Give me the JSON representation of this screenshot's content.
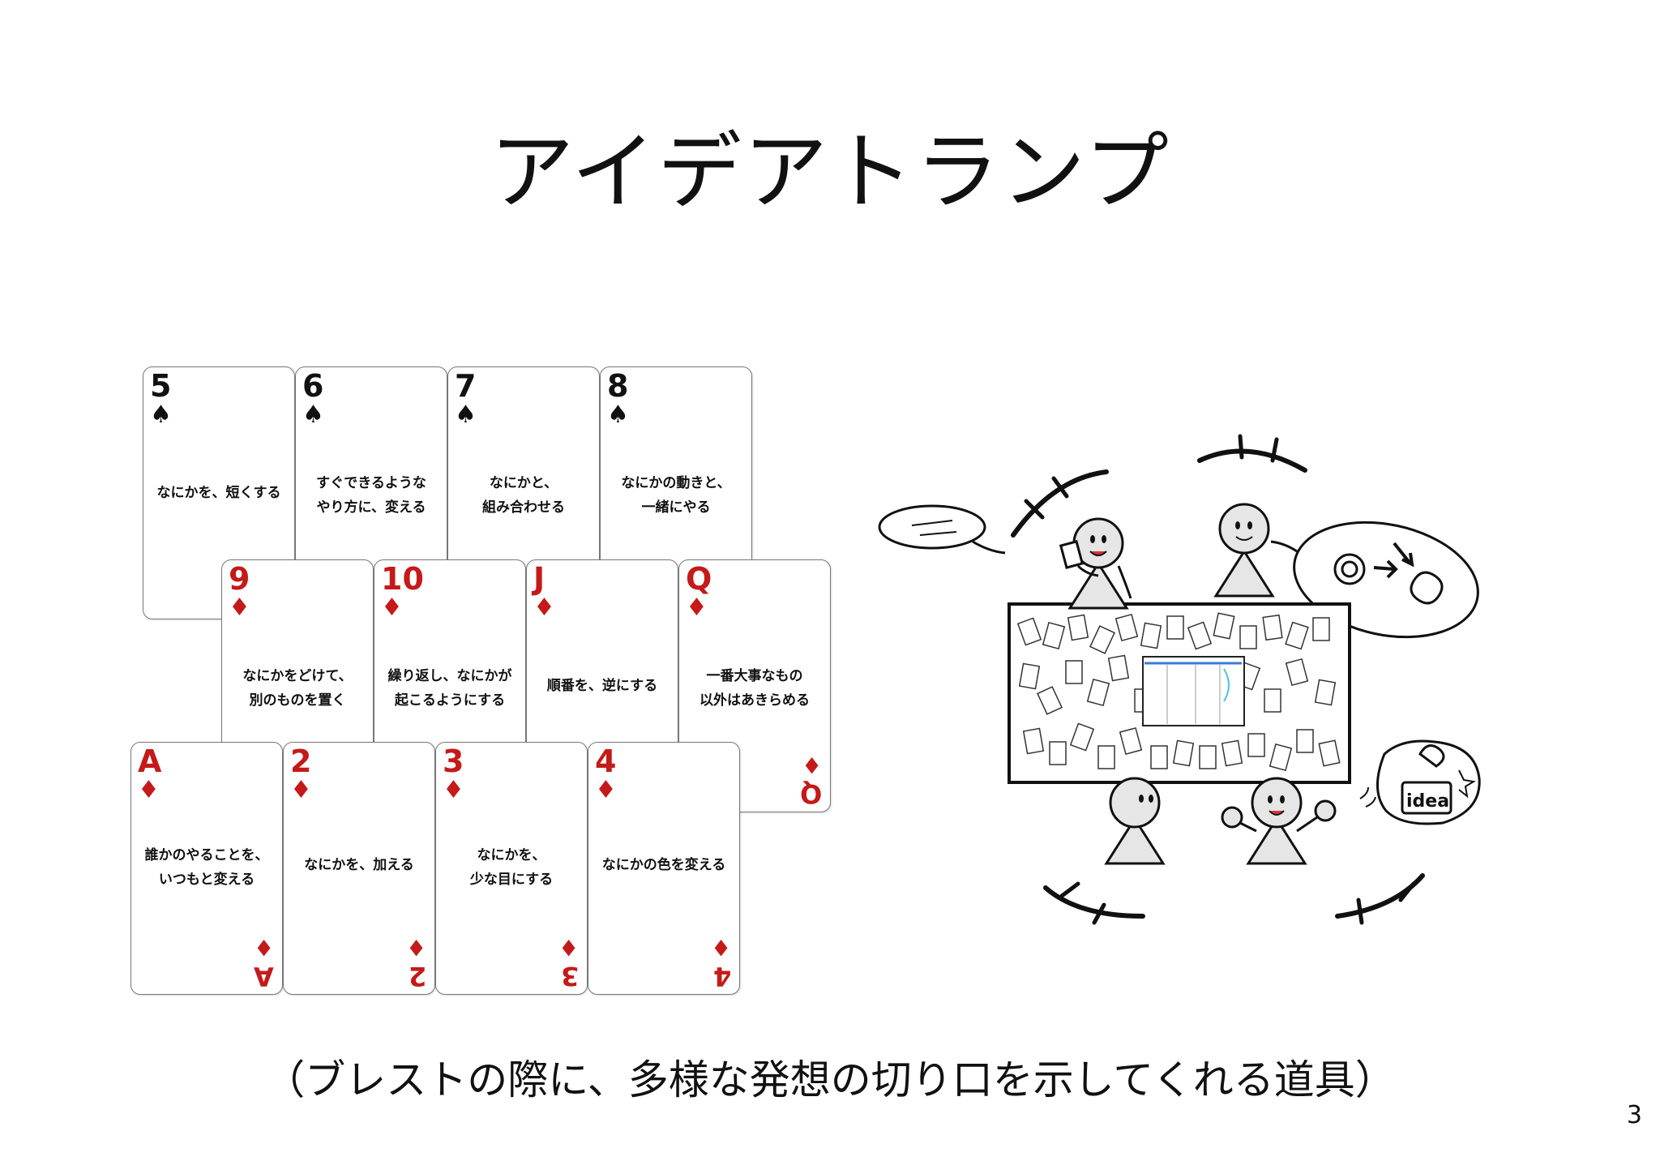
{
  "slide": {
    "title": "アイデアトランプ",
    "caption": "（ブレストの際に、多様な発想の切り口を示してくれる道具）",
    "page_number": "3"
  },
  "cards_row1": [
    {
      "rank": "5",
      "suit": "♠",
      "text": "なにかを、短くする"
    },
    {
      "rank": "6",
      "suit": "♠",
      "text": "すぐできるような\nやり方に、変える"
    },
    {
      "rank": "7",
      "suit": "♠",
      "text": "なにかと、\n組み合わせる"
    },
    {
      "rank": "8",
      "suit": "♠",
      "text": "なにかの動きと、\n一緒にやる"
    }
  ],
  "cards_row2": [
    {
      "rank": "9",
      "suit": "♦",
      "text": "なにかをどけて、\n別のものを置く"
    },
    {
      "rank": "10",
      "suit": "♦",
      "text": "繰り返し、なにかが\n起こるようにする"
    },
    {
      "rank": "J",
      "suit": "♦",
      "text": "順番を、逆にする"
    },
    {
      "rank": "Q",
      "suit": "♦",
      "text": "一番大事なもの\n以外はあきらめる"
    }
  ],
  "cards_row3": [
    {
      "rank": "A",
      "suit": "♦",
      "text": "誰かのやることを、\nいつもと変える"
    },
    {
      "rank": "2",
      "suit": "♦",
      "text": "なにかを、加える"
    },
    {
      "rank": "3",
      "suit": "♦",
      "text": "なにかを、\n少な目にする"
    },
    {
      "rank": "4",
      "suit": "♦",
      "text": "なにかの色を変える"
    }
  ],
  "illustration": {
    "bubble_word": "idea",
    "icon": "brainstorm-table-illustration"
  }
}
